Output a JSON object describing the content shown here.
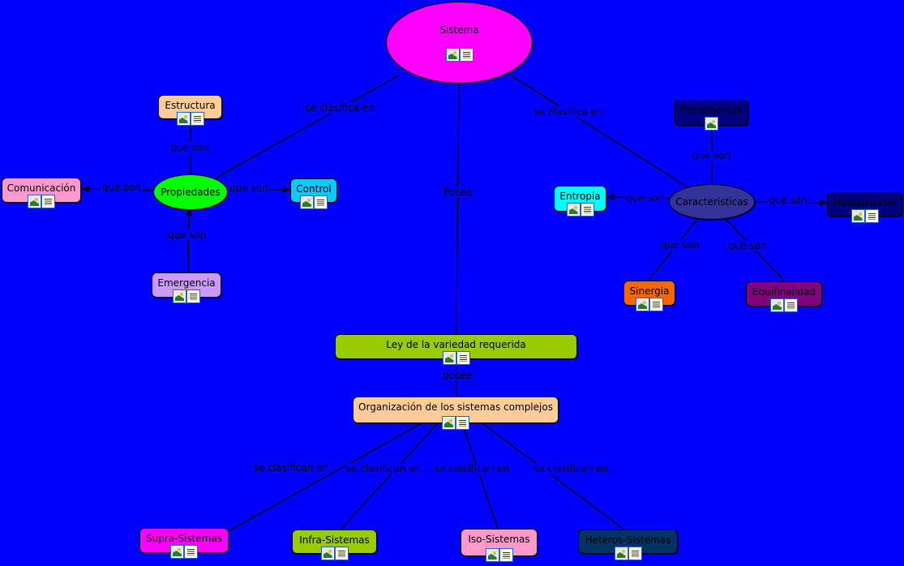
{
  "nodes": {
    "sistema": "Sistema",
    "estructura": "Estructura",
    "comunicacion": "Comunicación",
    "propiedades": "Propiedades",
    "control": "Control",
    "emergencia": "Emergencia",
    "ley": "Ley de la variedad requerida",
    "organizacion": "Organización de los sistemas complejos",
    "supra": "Supra-Sistemas",
    "infra": "Infra-Sistemas",
    "iso": "Iso-Sistemas",
    "heteros": "Heteros-Sistemas",
    "entropia": "Entropía",
    "caracteristicas": "Caracteristicas",
    "inmergencia": "Inmergencia",
    "homeostasis": "Homeostasis",
    "sinergia": "Sinergia",
    "equifinalidad": "Equifinalidad"
  },
  "links": {
    "se_clasifica_en": "se clasifica en",
    "que_son": "que son",
    "posee_cap": "Posee",
    "posee": "posee",
    "se_clasifican_en": "se clasifican en"
  },
  "colors": {
    "background": "#0000ff",
    "sistema": "#ff00ff",
    "propiedades": "#00ff00",
    "caracteristicas": "#333399"
  }
}
